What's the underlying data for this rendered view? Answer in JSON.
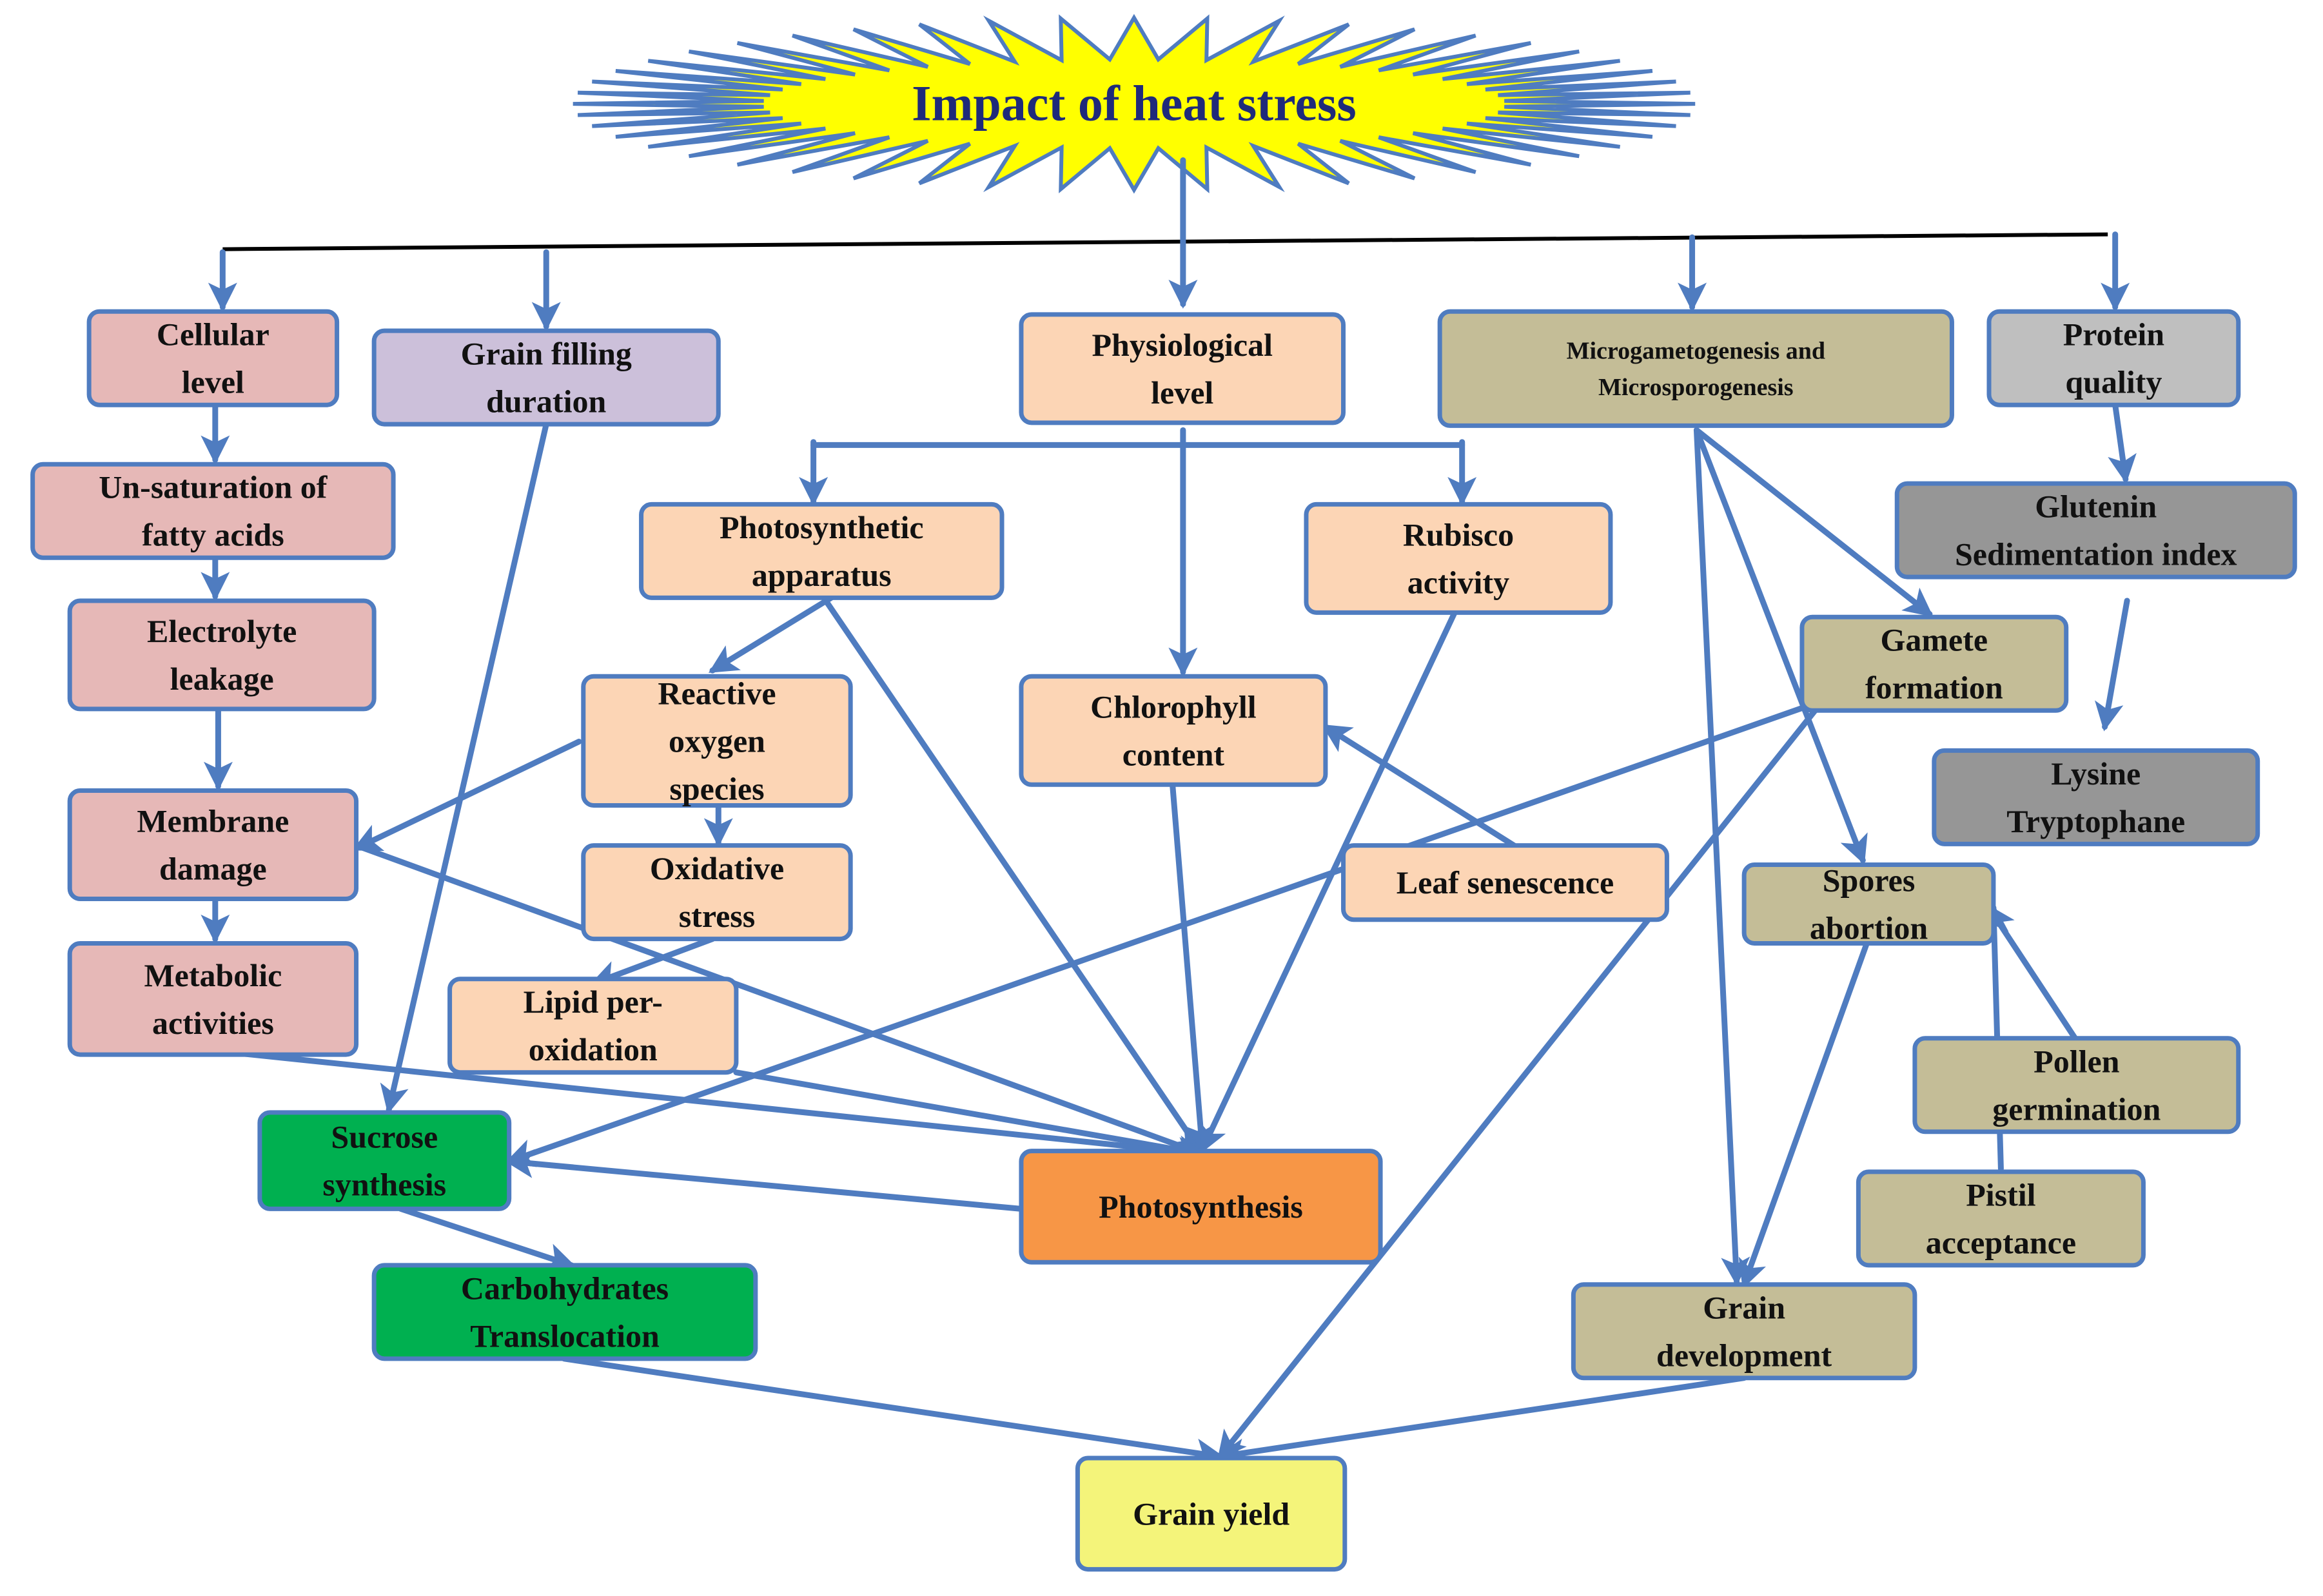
{
  "title": "Impact of heat stress",
  "colors": {
    "pink": "#e6b8b7",
    "lavender": "#ccc0da",
    "peach": "#fcd5b5",
    "orange": "#f79646",
    "tan": "#c4bd97",
    "light_gray": "#bfbfbf",
    "gray": "#969696",
    "green": "#00b050",
    "yellow": "#f4f47a",
    "arrow": "#4f7cc0",
    "burst": "#ffff00"
  },
  "nodes": {
    "cellular_level": [
      "Cellular",
      "level"
    ],
    "grain_filling_duration": [
      "Grain filling",
      "duration"
    ],
    "physiological_level": [
      "Physiological",
      "level"
    ],
    "microgametogenesis": [
      "Microgametogenesis and",
      "Microsporogenesis"
    ],
    "protein_quality": [
      "Protein",
      "quality"
    ],
    "unsaturation_fatty_acids": [
      "Un-saturation of",
      "fatty acids"
    ],
    "photosynthetic_apparatus": [
      "Photosynthetic",
      "apparatus"
    ],
    "rubisco_activity": [
      "Rubisco",
      "activity"
    ],
    "glutenin_sedimentation": [
      "Glutenin",
      "Sedimentation index"
    ],
    "electrolyte_leakage": [
      "Electrolyte",
      "leakage"
    ],
    "gamete_formation": [
      "Gamete",
      "formation"
    ],
    "reactive_oxygen_species": [
      "Reactive",
      "oxygen",
      "species"
    ],
    "chlorophyll_content": [
      "Chlorophyll",
      "content"
    ],
    "lysine_tryptophane": [
      "Lysine",
      "Tryptophane"
    ],
    "membrane_damage": [
      "Membrane",
      "damage"
    ],
    "oxidative_stress": [
      "Oxidative",
      "stress"
    ],
    "leaf_senescence": [
      "Leaf senescence"
    ],
    "spores_abortion": [
      "Spores",
      "abortion"
    ],
    "metabolic_activities": [
      "Metabolic",
      "activities"
    ],
    "lipid_peroxidation": [
      "Lipid per-",
      "oxidation"
    ],
    "pollen_germination": [
      "Pollen",
      "germination"
    ],
    "sucrose_synthesis": [
      "Sucrose",
      "synthesis"
    ],
    "photosynthesis": [
      "Photosynthesis"
    ],
    "pistil_acceptance": [
      "Pistil",
      "acceptance"
    ],
    "carbohydrates_translocation": [
      "Carbohydrates",
      "Translocation"
    ],
    "grain_development": [
      "Grain",
      "development"
    ],
    "grain_yield": [
      "Grain yield"
    ]
  }
}
